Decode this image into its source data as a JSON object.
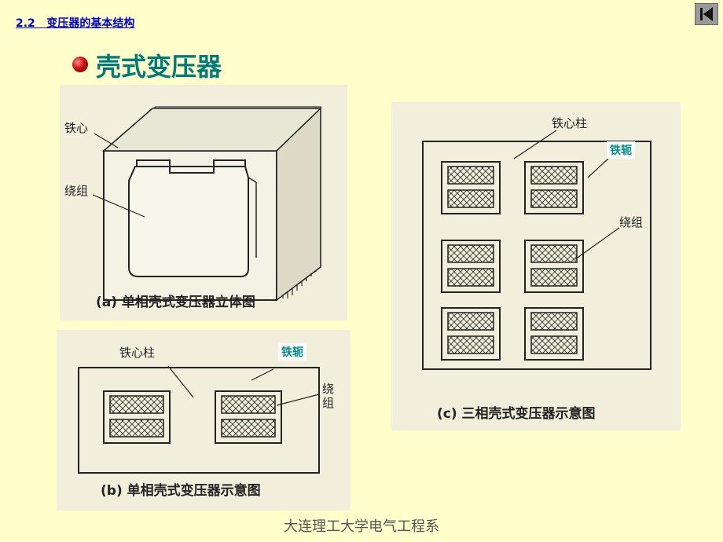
{
  "header": {
    "breadcrumb": "2.2   变压器的基本结构"
  },
  "title": "壳式变压器",
  "fig_a": {
    "core_label": "铁心",
    "winding_label": "绕组",
    "caption": "(a) 单相壳式变压器立体图"
  },
  "fig_b": {
    "limb_label": "铁心柱",
    "yoke_label": "铁轭",
    "winding_label_1": "绕",
    "winding_label_2": "组",
    "caption": "(b) 单相壳式变压器示意图"
  },
  "fig_c": {
    "limb_label": "铁心柱",
    "yoke_label": "铁轭",
    "winding_label": "绕组",
    "caption": "(c) 三相壳式变压器示意图"
  },
  "footer": "大连理工大学电气工程系",
  "colors": {
    "background": "#ffffcc",
    "title": "#007a7a",
    "breadcrumb": "#0000cc",
    "yoke_label": "#008c8c"
  },
  "icons": {
    "nav": "return-nav-icon",
    "bullet": "red-ball-bullet-icon"
  }
}
